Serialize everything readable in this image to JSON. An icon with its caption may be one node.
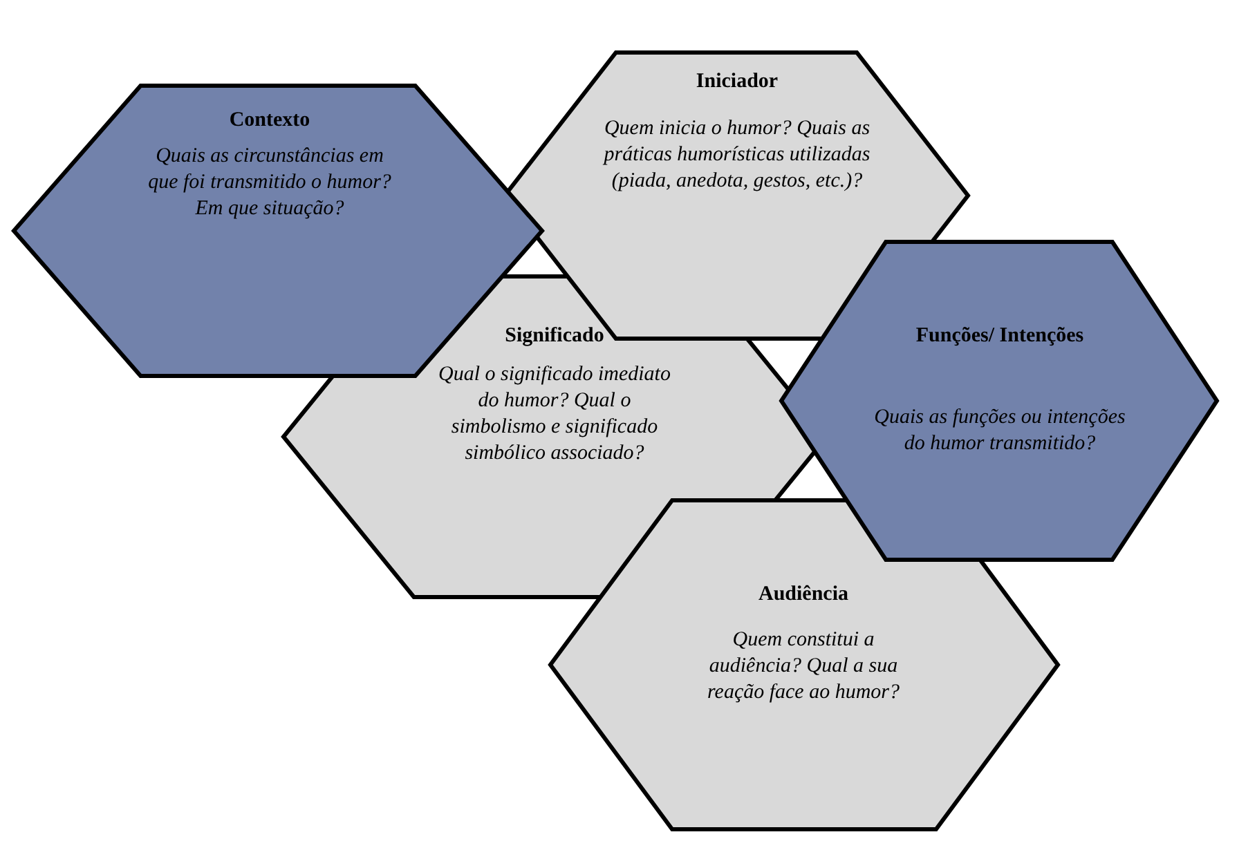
{
  "diagram": {
    "nodes": [
      {
        "text": [
          "Contexto",
          "Quais as circunstâncias em que foi transmitido o humor? Em que situação?"
        ]
      },
      {
        "text": [
          "Iniciador",
          "Quem inicia o humor? Quais as práticas humorísticas utilizadas (piada, anedota, gestos, etc.)?"
        ]
      },
      {
        "text": [
          "Significado",
          "Qual o significado imediato do humor? Qual o simbolismo e significado simbólico associado?"
        ]
      },
      {
        "text": [
          "Funções/ Intenções",
          "Quais as funções ou intenções do humor transmitido?"
        ]
      },
      {
        "text": [
          "Audiência",
          "Quem constitui a audiência? Qual a sua reação face ao humor?"
        ]
      }
    ]
  }
}
